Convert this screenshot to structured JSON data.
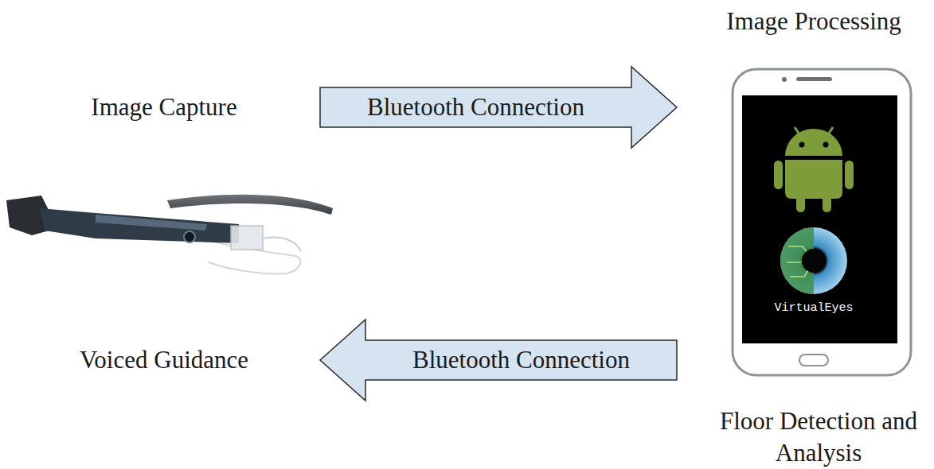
{
  "diagram": {
    "nodes": [
      {
        "text": [
          "Image Capture",
          "Voiced Guidance"
        ]
      },
      {
        "text": [
          "Image Processing",
          "VirtualEyes",
          "Floor Detection and Analysis"
        ]
      }
    ],
    "edges": [
      {
        "from": 0,
        "to": 1,
        "label": "Bluetooth Connection",
        "arrow": "to"
      },
      {
        "from": 1,
        "to": 0,
        "label": "Bluetooth Connection",
        "arrow": "to"
      }
    ]
  }
}
